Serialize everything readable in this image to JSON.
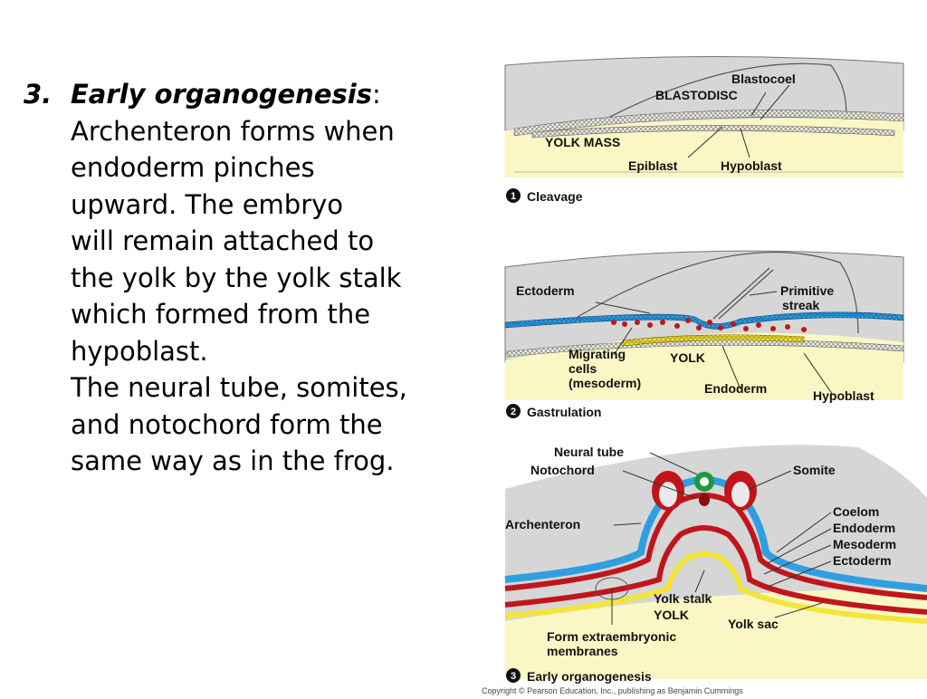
{
  "text": {
    "number": "3.",
    "heading": "Early organogenesis",
    "colon": ":",
    "lines": [
      "Archenteron forms when",
      "endoderm pinches",
      "upward.  The embryo",
      "will remain attached to",
      "the yolk by the yolk stalk",
      "which formed from the",
      "hypoblast.",
      "The neural tube, somites,",
      "and notochord form the",
      "same way as in the frog."
    ]
  },
  "panel1": {
    "number": "1",
    "caption": "Cleavage",
    "labels": {
      "blastocoel": "Blastocoel",
      "blastodisc": "BLASTODISC",
      "yolk_mass": "YOLK MASS",
      "epiblast": "Epiblast",
      "hypoblast": "Hypoblast"
    }
  },
  "panel2": {
    "number": "2",
    "caption": "Gastrulation",
    "labels": {
      "ectoderm": "Ectoderm",
      "primitive": "Primitive",
      "streak": "streak",
      "migrating": "Migrating",
      "cells": "cells",
      "mesoderm": "(mesoderm)",
      "yolk": "YOLK",
      "endoderm": "Endoderm",
      "hypoblast": "Hypoblast"
    }
  },
  "panel3": {
    "number": "3",
    "caption": "Early organogenesis",
    "labels": {
      "neural_tube": "Neural tube",
      "notochord": "Notochord",
      "somite": "Somite",
      "archenteron": "Archenteron",
      "coelom": "Coelom",
      "endoderm": "Endoderm",
      "mesoderm": "Mesoderm",
      "ectoderm": "Ectoderm",
      "yolk_stalk": "Yolk stalk",
      "yolk": "YOLK",
      "yolk_sac": "Yolk sac",
      "form_extraembryonic": "Form extraembryonic",
      "membranes": "membranes"
    }
  },
  "copyright": "Copyright © Pearson Education, Inc., publishing as Benjamin Cummings",
  "colors": {
    "yolk": "#fbf7c4",
    "shell_gray": "#d6d6d6",
    "ectoderm_blue": "#2f9fe0",
    "mesoderm_red": "#c0161b",
    "endoderm_yellow": "#e8dc2a",
    "neural_green": "#1e9a3c"
  }
}
